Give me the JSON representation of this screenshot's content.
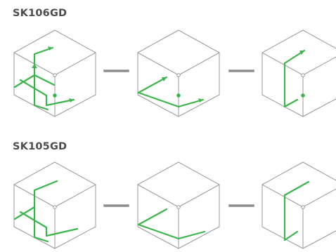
{
  "colors": {
    "laser": "#3cb54a",
    "cube": "#9a9a9a",
    "connector": "#8c8c8c",
    "title": "#4d4d4d"
  },
  "sections": [
    {
      "title": "SK106GD",
      "variant": "with-arrows",
      "views": [
        "front-left-view",
        "front-view",
        "front-right-view"
      ]
    },
    {
      "title": "SK105GD",
      "variant": "plain",
      "views": [
        "front-left-view",
        "front-view",
        "front-right-view"
      ]
    }
  ]
}
